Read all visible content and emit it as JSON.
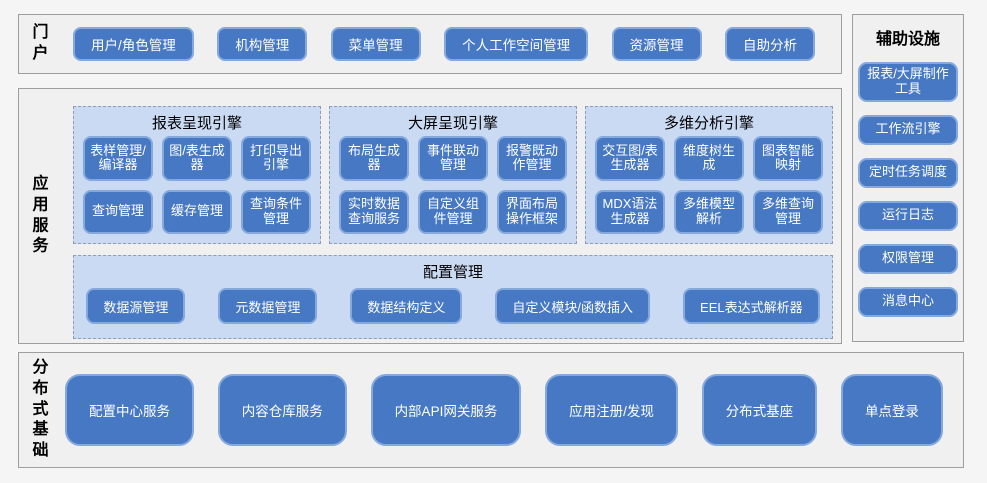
{
  "portal": {
    "label": "门户",
    "buttons": [
      "用户/角色管理",
      "机构管理",
      "菜单管理",
      "个人工作空间管理",
      "资源管理",
      "自助分析"
    ]
  },
  "app_services": {
    "label": "应用服务",
    "engines": [
      {
        "title": "报表呈现引擎",
        "buttons": [
          "表样管理/编译器",
          "图/表生成器",
          "打印导出引擎",
          "查询管理",
          "缓存管理",
          "查询条件管理"
        ]
      },
      {
        "title": "大屏呈现引擎",
        "buttons": [
          "布局生成器",
          "事件联动管理",
          "报警既动作管理",
          "实时数据查询服务",
          "自定义组件管理",
          "界面布局操作框架"
        ]
      },
      {
        "title": "多维分析引擎",
        "buttons": [
          "交互图/表生成器",
          "维度树生成",
          "图表智能映射",
          "MDX语法生成器",
          "多维模型解析",
          "多维查询管理"
        ]
      }
    ],
    "config": {
      "title": "配置管理",
      "buttons": [
        "数据源管理",
        "元数据管理",
        "数据结构定义",
        "自定义模块/函数插入",
        "EEL表达式解析器"
      ]
    }
  },
  "distributed": {
    "label": "分布式基础",
    "buttons": [
      "配置中心服务",
      "内容仓库服务",
      "内部API网关服务",
      "应用注册/发现",
      "分布式基座",
      "单点登录"
    ]
  },
  "auxiliary": {
    "title": "辅助设施",
    "buttons": [
      "报表/大屏制作工具",
      "工作流引擎",
      "定时任务调度",
      "运行日志",
      "权限管理",
      "消息中心"
    ]
  },
  "colors": {
    "button_fill": "#4678c3",
    "button_border": "#85a9dd",
    "panel_fill": "#cadaf3",
    "panel_dash_border": "#8f9cb3",
    "section_fill": "#f0f0f0",
    "section_border": "#9e9e9e",
    "button_text": "#ffffff",
    "label_text": "#000000"
  }
}
